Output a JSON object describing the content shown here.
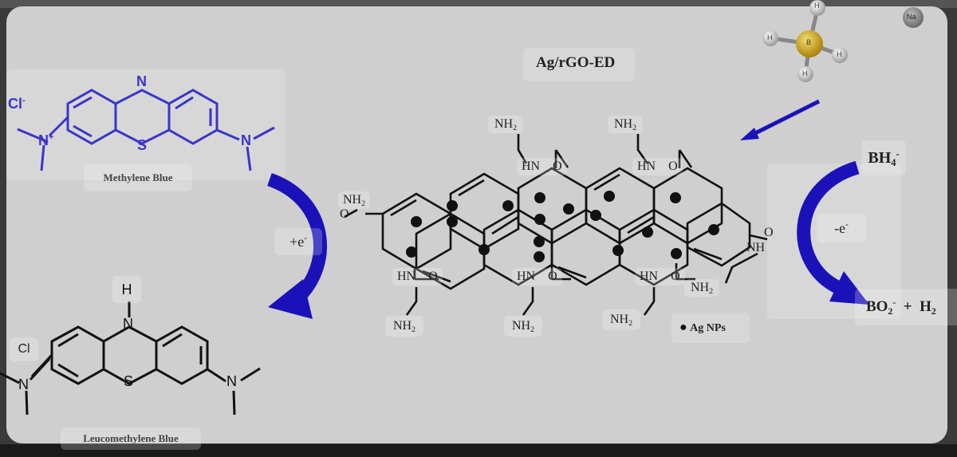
{
  "title": "Ag/rGO-ED",
  "molecules": {
    "methylene_blue": {
      "name": "Methylene Blue",
      "counter_ion": "Cl",
      "counter_charge": "-",
      "n_top": "N",
      "s": "S",
      "n_left": "N",
      "n_left_charge": "+",
      "n_right": "N"
    },
    "leucomethylene_blue": {
      "name": "Leucomethylene Blue",
      "counter_ion": "Cl",
      "h": "H",
      "n_top": "N",
      "s": "S",
      "n_left": "N",
      "n_right": "N"
    },
    "borohydride_model": {
      "atom_b": "B",
      "atom_h": "H",
      "atom_na": "Na"
    }
  },
  "arrows": {
    "left_label": "+e",
    "left_label_sup": "-",
    "right_label": "-e",
    "right_label_sup": "-"
  },
  "reagents": {
    "bh4": "BH",
    "bh4_sub": "4",
    "bh4_sup": "-",
    "bo2": "BO",
    "bo2_sub": "2",
    "bo2_sup": "-",
    "plus": "+",
    "h2": "H",
    "h2_sub": "2"
  },
  "functional_groups": {
    "nh2": "NH",
    "nh2_sub": "2",
    "hn": "HN",
    "nh": "NH",
    "o": "O"
  },
  "legend": {
    "marker": "●",
    "label": "Ag NPs"
  },
  "colors": {
    "blue_molecule": "#3b35c8",
    "arrow_blue": "#1a12b8",
    "background": "#cfcfcf",
    "dark": "#111111",
    "gold": "#c8a21a"
  }
}
